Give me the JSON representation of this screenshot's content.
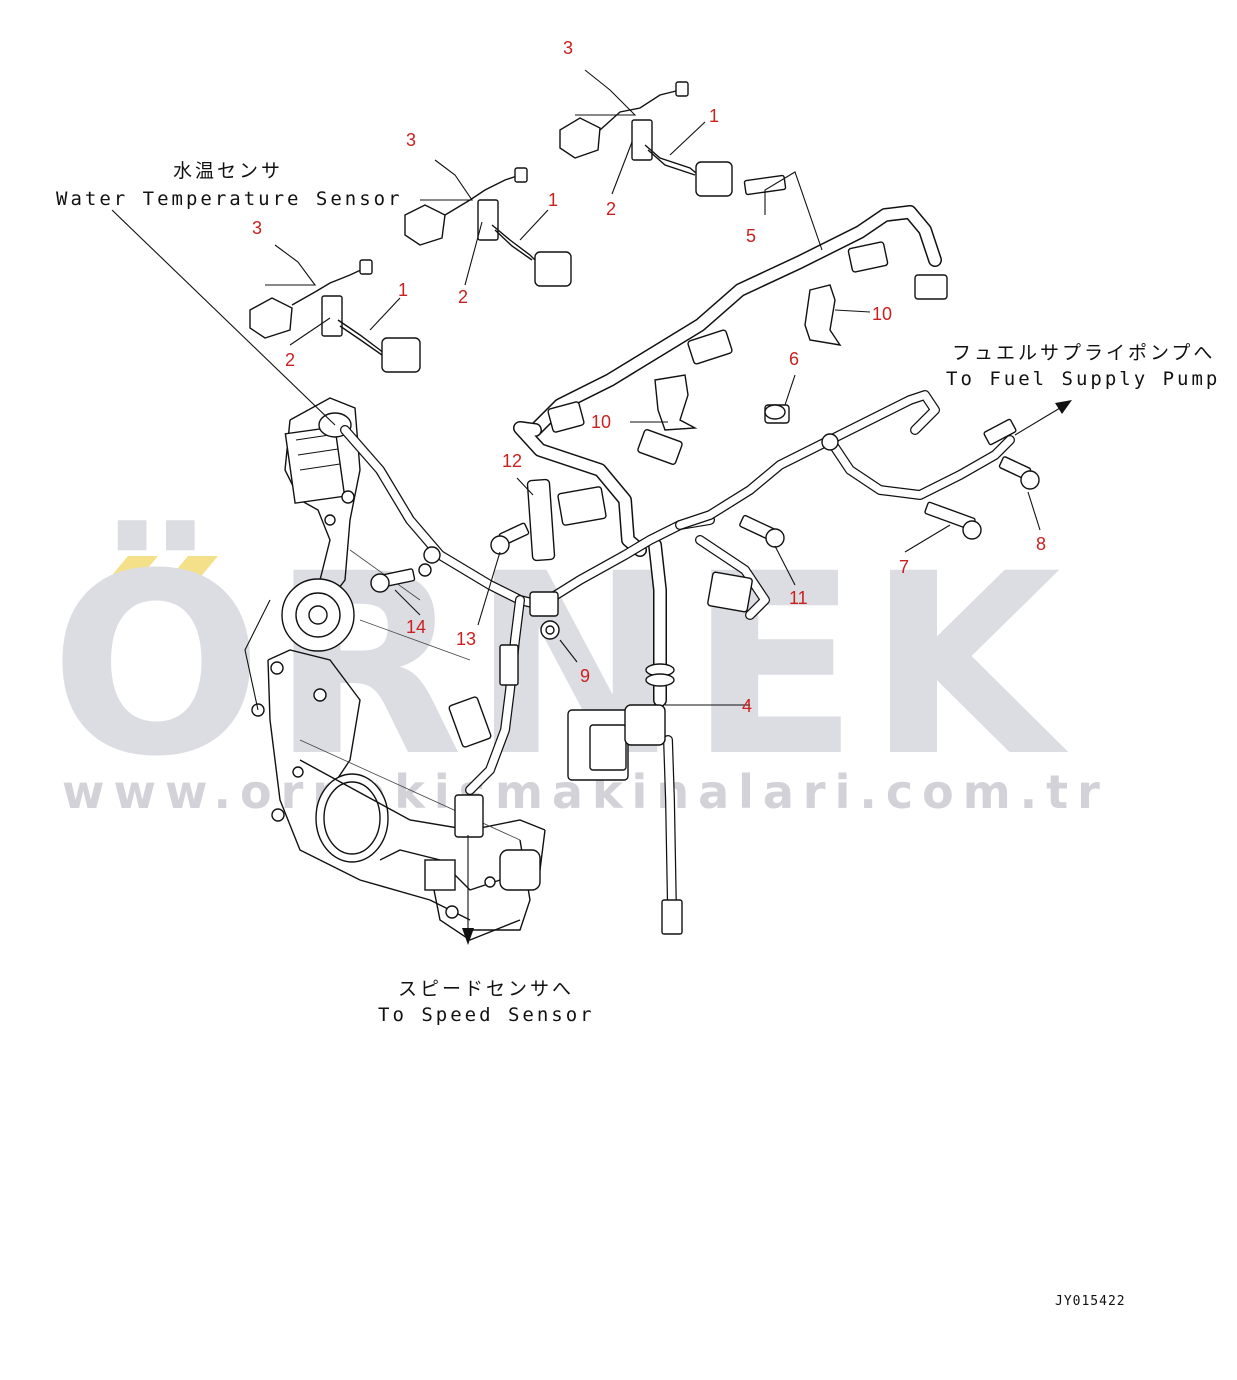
{
  "callouts": {
    "c3a": "3",
    "c1a": "1",
    "c2a": "2",
    "c5": "5",
    "c3b": "3",
    "c1b": "1",
    "c2b": "2",
    "c3c": "3",
    "c1c": "1",
    "c2c": "2",
    "c10a": "10",
    "c10b": "10",
    "c6": "6",
    "c12": "12",
    "c8": "8",
    "c7": "7",
    "c11": "11",
    "c14": "14",
    "c13": "13",
    "c9": "9",
    "c4": "4"
  },
  "captions": {
    "water_temp_jp": "水温センサ",
    "water_temp_en": "Water Temperature Sensor",
    "fuel_pump_jp": "フュエルサプライポンプへ",
    "fuel_pump_en": "To Fuel Supply Pump",
    "speed_sensor_jp": "スピードセンサへ",
    "speed_sensor_en": "To Speed Sensor"
  },
  "watermark": {
    "brand": "ÖRNEK",
    "url": "www.ornekismakinalari.com.tr",
    "accent_color": "#f5e08a"
  },
  "document_id": "JY015422",
  "colors": {
    "callout": "#cc1f1f",
    "line": "#111111",
    "watermark": "#dcdce3"
  }
}
